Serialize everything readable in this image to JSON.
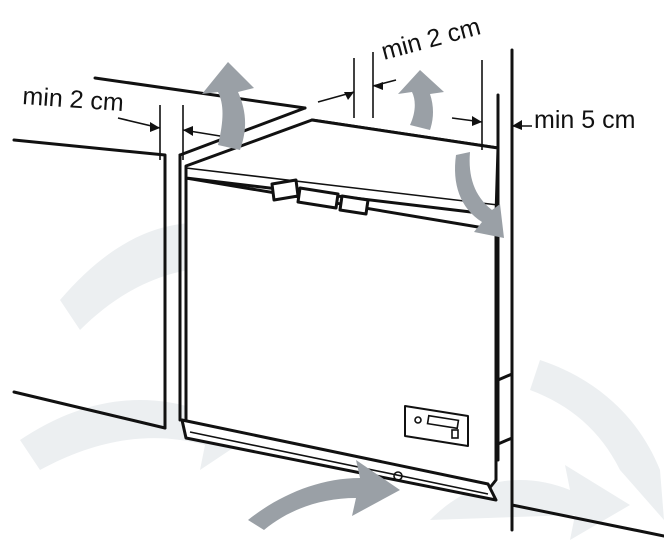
{
  "figure": {
    "labels": {
      "left_clearance": "min 2 cm",
      "top_clearance": "min 2 cm",
      "right_clearance": "min 5 cm"
    },
    "colors": {
      "lines": "#111111",
      "airflow": "#9aa0a6",
      "background_airflow": "#eceff1"
    },
    "icons": [
      "airflow-arrow",
      "dimension-arrow",
      "control-panel",
      "door-handle"
    ]
  }
}
